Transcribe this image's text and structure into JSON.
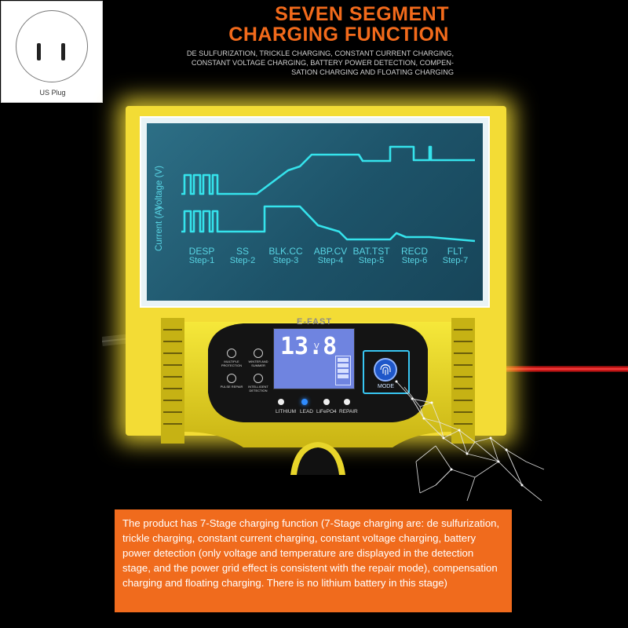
{
  "header": {
    "title_line1": "SEVEN SEGMENT",
    "title_line2": "CHARGING FUNCTION",
    "subtitle_line1": "DE SULFURIZATION, TRICKLE CHARGING, CONSTANT CURRENT CHARGING,",
    "subtitle_line2": "CONSTANT VOLTAGE CHARGING, BATTERY POWER DETECTION, COMPEN-",
    "subtitle_line3": "SATION CHARGING AND FLOATING CHARGING"
  },
  "plug": {
    "label": "US Plug",
    "icon": "us-plug-icon"
  },
  "lcd": {
    "voltage_label": "Voltage (V)",
    "current_label": "Current (A)",
    "line_color": "#35e3ec",
    "steps": [
      {
        "name": "DESP",
        "step": "Step-1"
      },
      {
        "name": "SS",
        "step": "Step-2"
      },
      {
        "name": "BLK.CC",
        "step": "Step-3"
      },
      {
        "name": "ABP.CV",
        "step": "Step-4"
      },
      {
        "name": "BAT.TST",
        "step": "Step-5"
      },
      {
        "name": "RECD",
        "step": "Step-6"
      },
      {
        "name": "FLT",
        "step": "Step-7"
      }
    ]
  },
  "charger": {
    "brand": "E-FAST",
    "display_value": "13.8",
    "display_unit": "V",
    "left_buttons": [
      "MULTIPLE PROTECTION",
      "WINTER AND SUMMER",
      "PULSE REPAIR",
      "INTELLIGENT DETECTION"
    ],
    "modes": [
      "LITHIUM",
      "LEAD",
      "LiFePO4",
      "REPAIR"
    ],
    "active_mode": "LEAD",
    "mode_button": "MODE",
    "body_color": "#f2e12a"
  },
  "description": {
    "text": "The product has 7-Stage charging function (7-Stage charging are: de sulfurization, trickle charging, constant current charging, constant voltage charging, battery power detection (only voltage and temperature are displayed in the detection stage, and the power grid effect is consistent with the repair mode), compensation charging and floating charging. There is no lithium battery in this stage)",
    "background": "#f06b1d"
  }
}
